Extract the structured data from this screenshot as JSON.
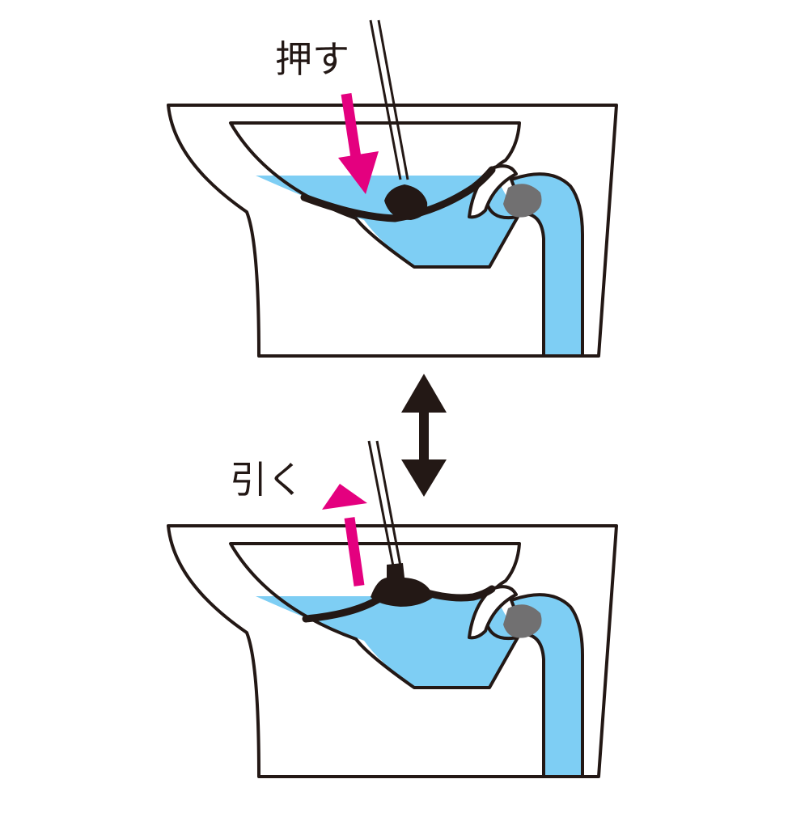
{
  "labels": {
    "push": "押す",
    "pull": "引く"
  },
  "colors": {
    "outline": "#231815",
    "water": "#7ecef4",
    "arrow": "#e4007f",
    "plunger": "#231815",
    "trap_blockage": "#717071",
    "background": "#ffffff"
  },
  "icons": {
    "push_arrow": "arrow-down-right",
    "pull_arrow": "arrow-up",
    "cycle_arrow": "double-arrow-vertical"
  }
}
